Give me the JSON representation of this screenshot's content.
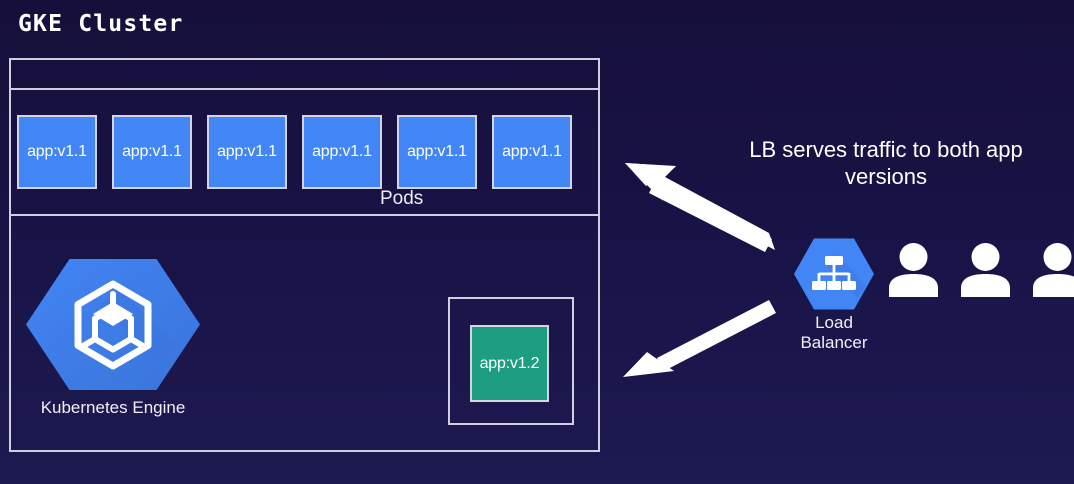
{
  "diagram": {
    "title": "GKE Cluster",
    "background_color": "#19123f",
    "border_color": "#cfcfdd"
  },
  "cluster": {
    "pods_label": "Pods",
    "pods": [
      {
        "label": "app:v1.1",
        "color": "#4285f4"
      },
      {
        "label": "app:v1.1",
        "color": "#4285f4"
      },
      {
        "label": "app:v1.1",
        "color": "#4285f4"
      },
      {
        "label": "app:v1.1",
        "color": "#4285f4"
      },
      {
        "label": "app:v1.1",
        "color": "#4285f4"
      },
      {
        "label": "app:v1.1",
        "color": "#4285f4"
      }
    ],
    "canary": {
      "label": "app:v1.2",
      "color": "#1e9e80"
    },
    "engine": {
      "label": "Kubernetes Engine",
      "icon": "kubernetes-engine-icon",
      "color": "#4285f4"
    }
  },
  "right_side": {
    "caption_line1": "LB serves traffic to both app",
    "caption_line2": "versions",
    "load_balancer": {
      "label_line1": "Load",
      "label_line2": "Balancer",
      "icon": "load-balancer-icon",
      "color": "#4285f4"
    },
    "users": [
      {
        "icon": "user-icon"
      },
      {
        "icon": "user-icon"
      },
      {
        "icon": "user-icon"
      }
    ],
    "arrows": [
      {
        "name": "arrow-to-pods",
        "direction": "up-left",
        "color": "#ffffff"
      },
      {
        "name": "arrow-to-canary",
        "direction": "down-left",
        "color": "#ffffff"
      }
    ]
  }
}
